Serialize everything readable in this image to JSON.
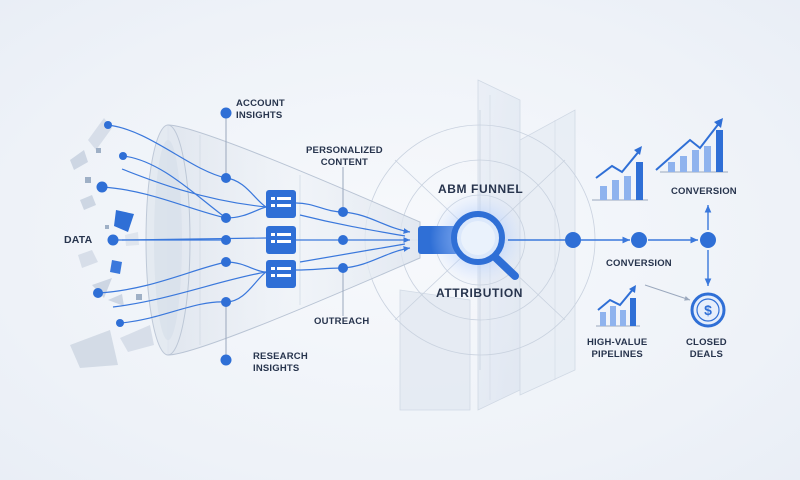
{
  "labels": {
    "data": "DATA",
    "account_insights": [
      "ACCOUNT",
      "INSIGHTS"
    ],
    "personalized_content": [
      "PERSONALIZED",
      "CONTENT"
    ],
    "outreach": "OUTREACH",
    "research_insights": [
      "RESEARCH",
      "INSIGHTS"
    ],
    "abm_funnel": "ABM FUNNEL",
    "attribution": "ATTRIBUTION",
    "conversion_top": "CONVERSION",
    "conversion_mid": "CONVERSION",
    "high_value_pipelines": [
      "HIGH-VALUE",
      "PIPELINES"
    ],
    "closed_deals": [
      "CLOSED",
      "DEALS"
    ]
  },
  "icons": {
    "magnifier": "magnifier-icon",
    "dollar": "dollar-coin-icon",
    "document": "document-card-icon",
    "growth_chart": "growth-chart-icon"
  },
  "colors": {
    "accent": "#2f6fd6",
    "accent_light": "#8fb3ee",
    "line": "#3a78dc",
    "text": "#27344d",
    "funnel": "#c9d3e2"
  }
}
